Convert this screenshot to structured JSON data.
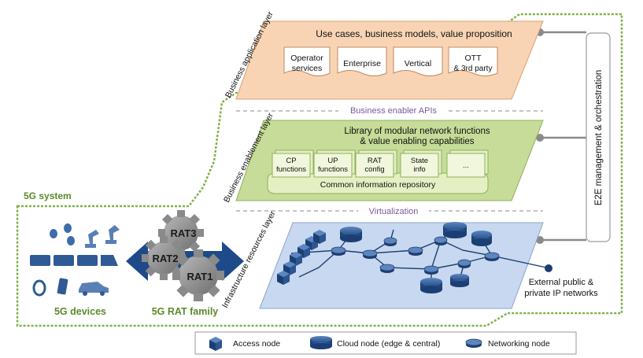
{
  "app_layer": {
    "rotated_label": "Business application layer",
    "title": "Use cases, business models, value proposition",
    "boxes": [
      {
        "line1": "Operator",
        "line2": "services"
      },
      {
        "line1": "Enterprise",
        "line2": ""
      },
      {
        "line1": "Vertical",
        "line2": ""
      },
      {
        "line1": "OTT",
        "line2": "& 3rd party"
      }
    ]
  },
  "enabler_apis": "Business enabler APIs",
  "enablement_layer": {
    "rotated_label": "Business enablement layer",
    "title_line1": "Library of modular network functions",
    "title_line2": "& value enabling capabilities",
    "functions": [
      {
        "line1": "CP",
        "line2": "functions"
      },
      {
        "line1": "UP",
        "line2": "functions"
      },
      {
        "line1": "RAT",
        "line2": "config"
      },
      {
        "line1": "State",
        "line2": "info"
      },
      {
        "line1": "...",
        "line2": ""
      }
    ],
    "repository": "Common information repository"
  },
  "virtualization": "Virtualization",
  "infra_layer": {
    "rotated_label": "Infrastructure resources layer",
    "external_line1": "External public &",
    "external_line2": "private IP networks"
  },
  "orchestration": "E2E management & orchestration",
  "system_label": "5G system",
  "devices_label": "5G devices",
  "rat_family_label": "5G RAT family",
  "gears": [
    "RAT3",
    "RAT2",
    "RAT1"
  ],
  "legend": {
    "access": "Access node",
    "cloud": "Cloud node (edge & central)",
    "networking": "Networking node"
  },
  "colors": {
    "app_fill": "#f8d4b4",
    "enable_fill": "#c6dc98",
    "infra_fill": "#c8d8f0",
    "system_border": "#7fb24a",
    "node_blue": "#2a5a9a",
    "arrow_blue": "#1e4a8a",
    "gear_gray": "#8a8a8a"
  }
}
